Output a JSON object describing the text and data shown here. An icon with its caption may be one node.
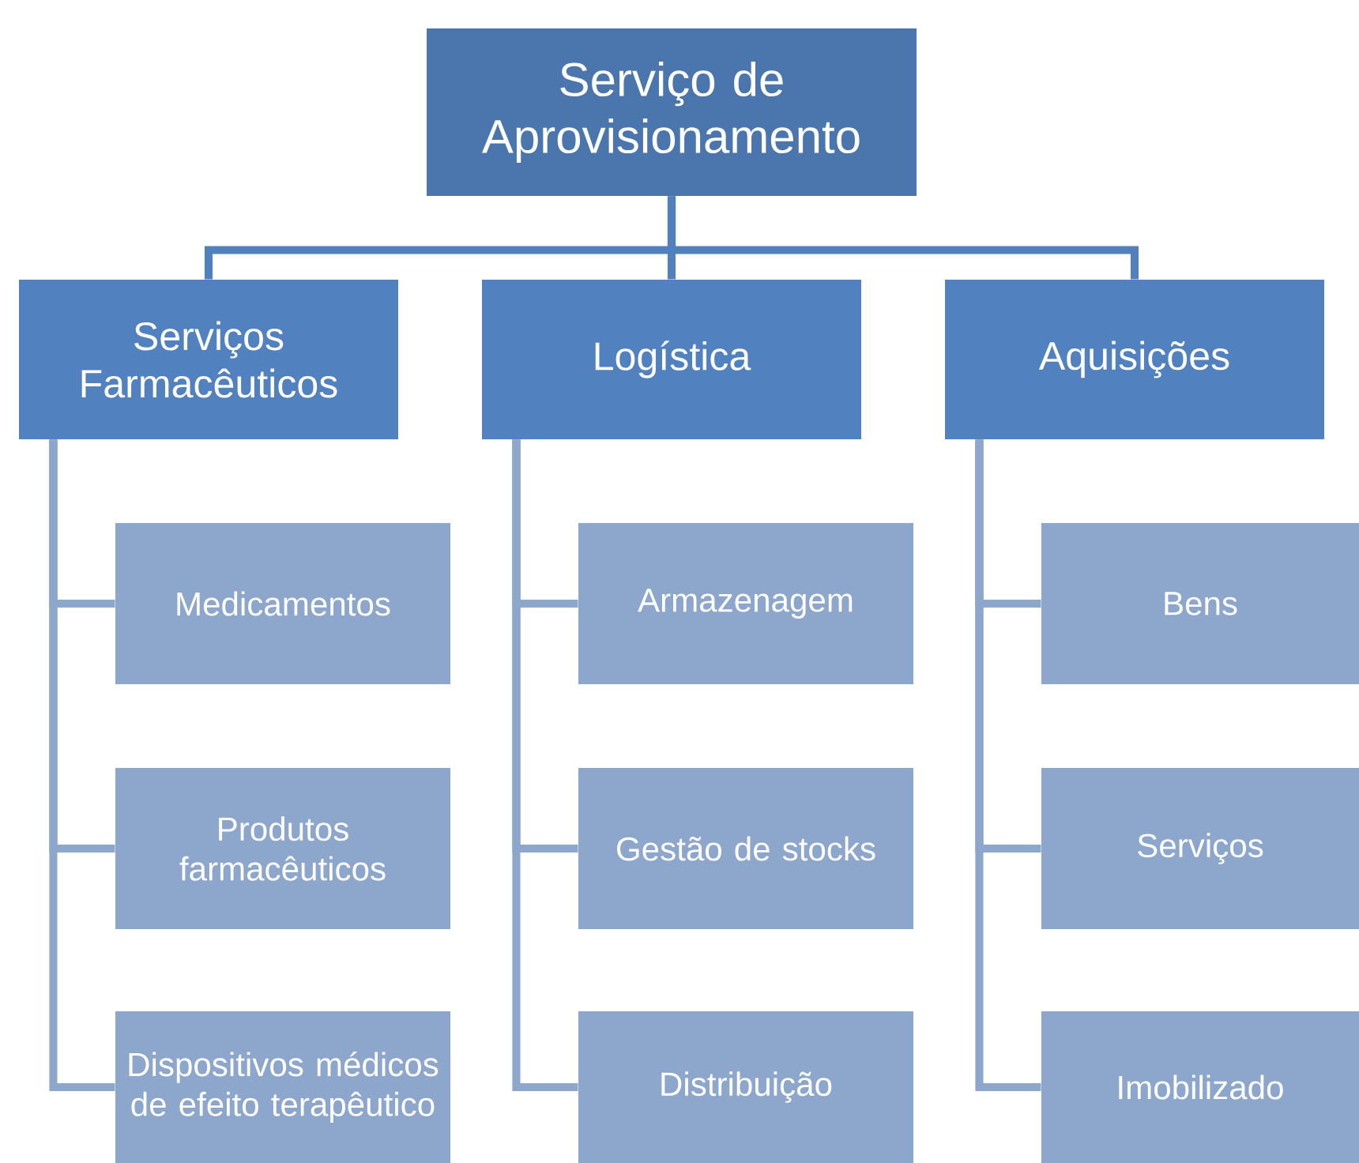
{
  "diagram": {
    "nodes": [
      {
        "text": [
          "Serviço de Aprovisionamento"
        ]
      },
      {
        "text": [
          "Serviços Farmacêuticos"
        ]
      },
      {
        "text": [
          "Logística"
        ]
      },
      {
        "text": [
          "Aquisições"
        ]
      },
      {
        "text": [
          "Medicamentos"
        ]
      },
      {
        "text": [
          "Produtos farmacêuticos"
        ]
      },
      {
        "text": [
          "Dispositivos médicos de efeito terapêutico"
        ]
      },
      {
        "text": [
          "Armazenagem"
        ]
      },
      {
        "text": [
          "Gestão de stocks"
        ]
      },
      {
        "text": [
          "Distribuição"
        ]
      },
      {
        "text": [
          "Bens"
        ]
      },
      {
        "text": [
          "Serviços"
        ]
      },
      {
        "text": [
          "Imobilizado"
        ]
      }
    ],
    "edges": [
      {
        "from": 0,
        "to": 1,
        "arrow": "none",
        "color": "#5080be"
      },
      {
        "from": 0,
        "to": 2,
        "arrow": "none",
        "color": "#5080be"
      },
      {
        "from": 0,
        "to": 3,
        "arrow": "none",
        "color": "#5080be"
      },
      {
        "from": 1,
        "to": 4,
        "arrow": "none"
      },
      {
        "from": 1,
        "to": 5,
        "arrow": "none"
      },
      {
        "from": 1,
        "to": 6,
        "arrow": "none"
      },
      {
        "from": 2,
        "to": 7,
        "arrow": "none"
      },
      {
        "from": 2,
        "to": 8,
        "arrow": "none"
      },
      {
        "from": 2,
        "to": 9,
        "arrow": "none"
      },
      {
        "from": 3,
        "to": 10,
        "arrow": "none"
      },
      {
        "from": 3,
        "to": 11,
        "arrow": "none"
      },
      {
        "from": 3,
        "to": 12,
        "arrow": "none"
      }
    ]
  }
}
